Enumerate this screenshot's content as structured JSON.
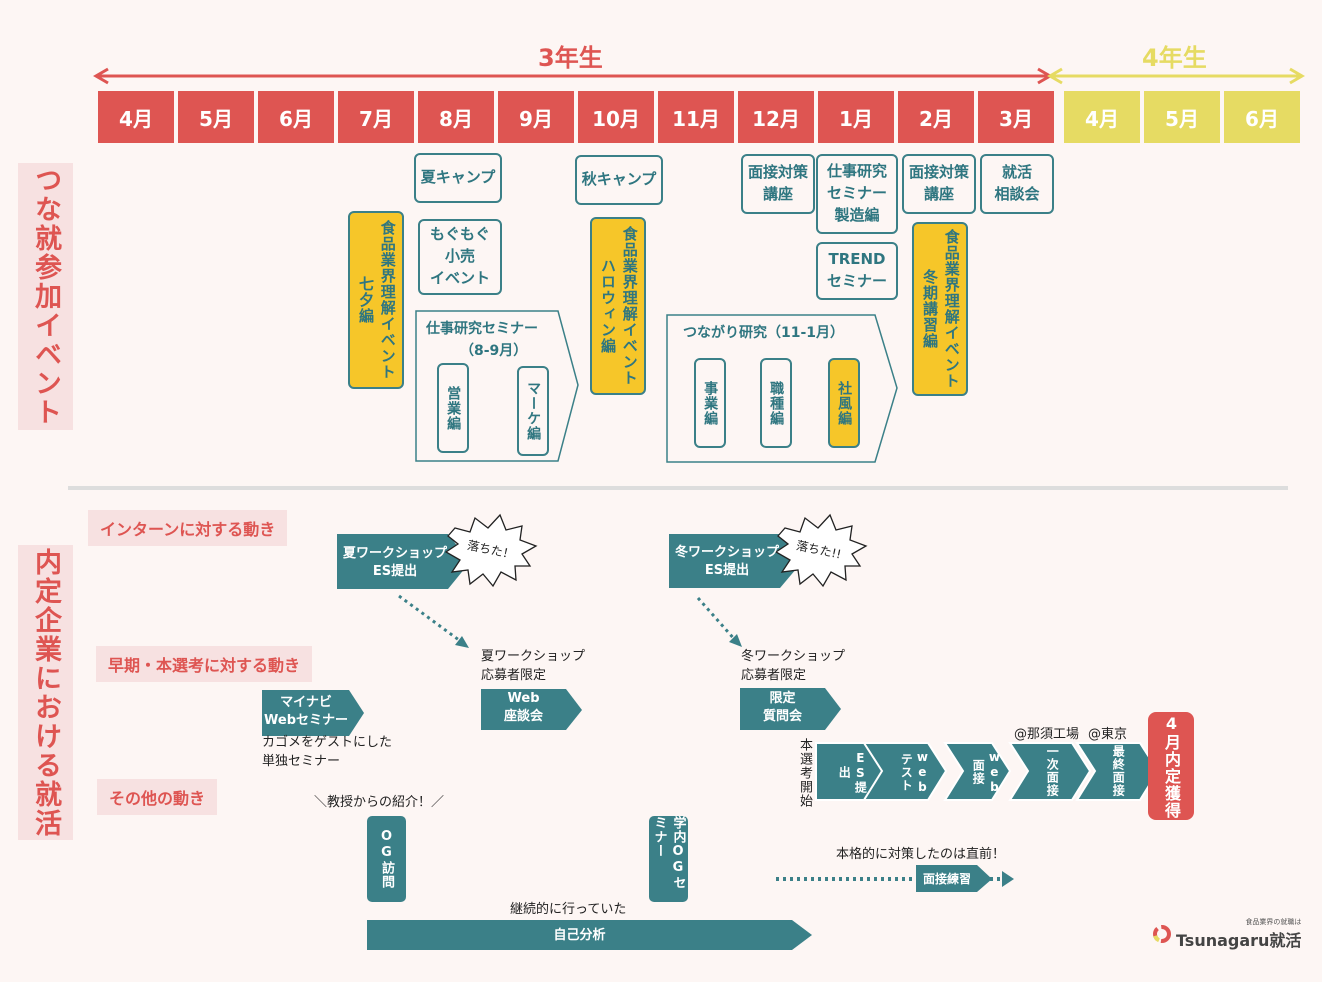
{
  "years": {
    "year3": "3年生",
    "year4": "4年生"
  },
  "months3": [
    "4月",
    "5月",
    "6月",
    "7月",
    "8月",
    "9月",
    "10月",
    "11月",
    "12月",
    "1月",
    "2月",
    "3月"
  ],
  "months4": [
    "4月",
    "5月",
    "6月"
  ],
  "sections": {
    "events": "つな就参加イベント",
    "job_hunting": "内定企業における就活"
  },
  "events": {
    "summer_camp": "夏キャンプ",
    "autumn_camp": "秋キャンプ",
    "interview_course_1": "面接対策\n講座",
    "job_research_mfg": "仕事研究\nセミナー\n製造編",
    "interview_course_2": "面接対策\n講座",
    "career_consult": "就活\n相談会",
    "tanabata": "食品業界理解イベント七夕編",
    "mogumogu": "もぐもぐ\n小売\nイベント",
    "halloween": "食品業界理解イベントハロウィン編",
    "trend_seminar": "TREND\nセミナー",
    "winter_course": "食品業界理解イベント冬期講習編",
    "job_research_group": {
      "title": "仕事研究セミナー",
      "period": "（8-9月）",
      "sales": "営業編",
      "marketing": "マーケ編"
    },
    "connection_group": {
      "title": "つながり研究（11-1月）",
      "business": "事業編",
      "occupation": "職種編",
      "culture": "社風編"
    }
  },
  "categories": {
    "intern": "インターンに対する動き",
    "early": "早期・本選考に対する動き",
    "other": "その他の動き"
  },
  "flow": {
    "summer_ws_es": "夏ワークショップ\nES提出",
    "fail_1": "落ちた！",
    "winter_ws_es": "冬ワークショップ\nES提出",
    "fail_2": "落ちた!!",
    "summer_ws_note": "夏ワークショップ\n応募者限定",
    "web_meeting": "Web\n座談会",
    "winter_ws_note": "冬ワークショップ\n応募者限定",
    "qa_meeting": "限定\n質問会",
    "mynavi": "マイナビ\nWebセミナー",
    "mynavi_note": "カゴメをゲストにした\n単独セミナー",
    "main_start": "本選考開始",
    "steps": [
      "ES提出",
      "webテスト",
      "web面接",
      "一次面接",
      "最終面接"
    ],
    "loc_nasu": "@那須工場",
    "loc_tokyo": "@東京",
    "offer": "4月内定獲得",
    "prof_note": "＼教授からの紹介！／",
    "og_visit": "OG訪問",
    "campus_og": "学内OGセミナー",
    "continuous_note": "継続的に行っていた",
    "self_analysis": "自己分析",
    "serious_note": "本格的に対策したのは直前！",
    "interview_practice": "面接練習"
  },
  "logo": {
    "tagline": "食品業界の就職は",
    "name": "Tsunagaru就活"
  },
  "colors": {
    "red": "#de5552",
    "yellow": "#e6db63",
    "teal": "#3b8088",
    "gold": "#f6c629",
    "pink": "#f7e1e1"
  }
}
